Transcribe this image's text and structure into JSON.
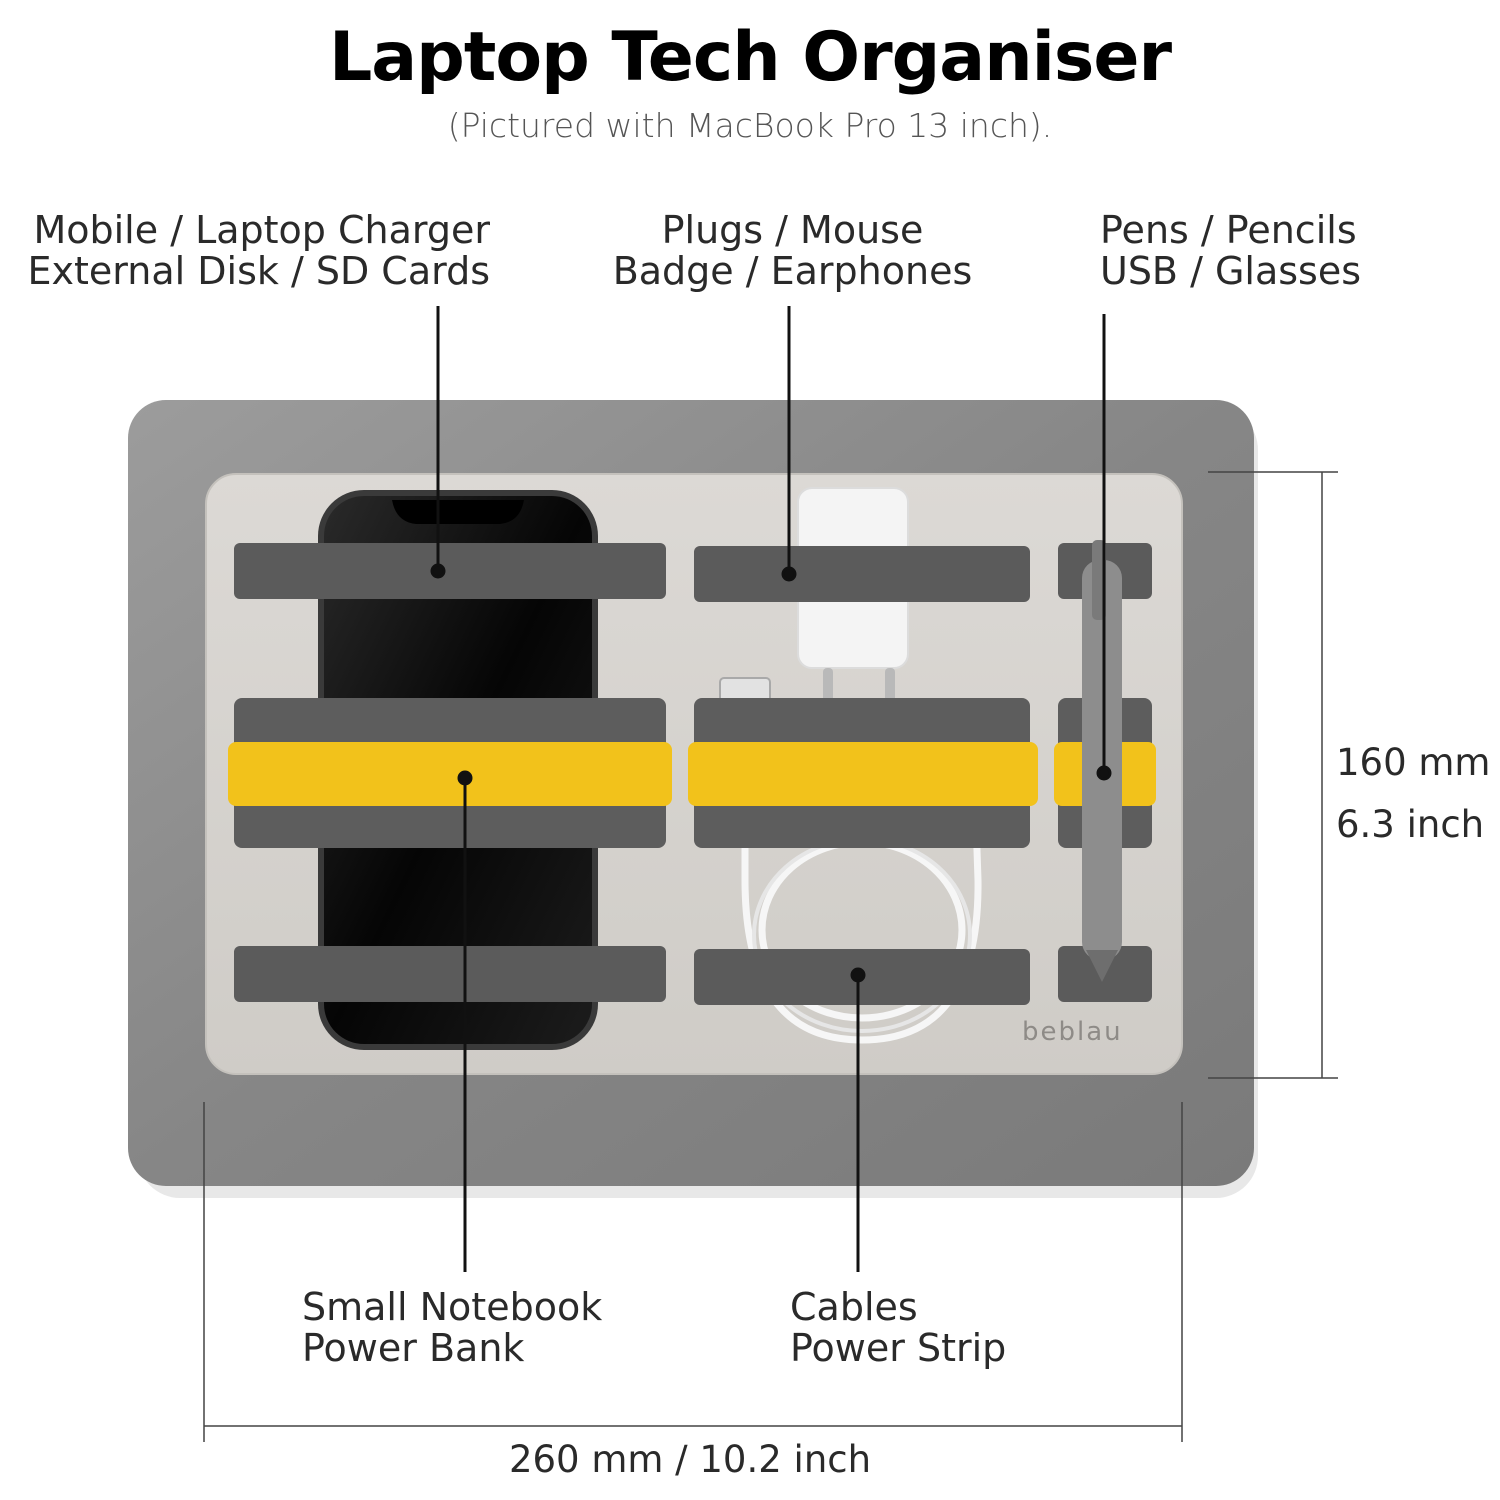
{
  "header": {
    "title": "Laptop Tech Organiser",
    "subtitle": "(Pictured with MacBook Pro 13 inch)."
  },
  "callouts": {
    "charger": {
      "line1": "Mobile / Laptop Charger",
      "line2": "External Disk / SD Cards"
    },
    "plugs": {
      "line1": "Plugs / Mouse",
      "line2": "Badge / Earphones"
    },
    "pens": {
      "line1": "Pens / Pencils",
      "line2": "USB / Glasses"
    },
    "notebook": {
      "line1": "Small Notebook",
      "line2": "Power Bank"
    },
    "cables": {
      "line1": "Cables",
      "line2": "Power Strip"
    }
  },
  "dimensions": {
    "height_mm": "160 mm",
    "height_inch": "6.3 inch",
    "width": "260 mm / 10.2 inch"
  },
  "product": {
    "brand": "beblau"
  },
  "colors": {
    "laptop": "#8a8a8a",
    "board": "#d8d5d1",
    "strap_grey": "#5a5a5a",
    "strap_yellow": "#f2c21b"
  }
}
